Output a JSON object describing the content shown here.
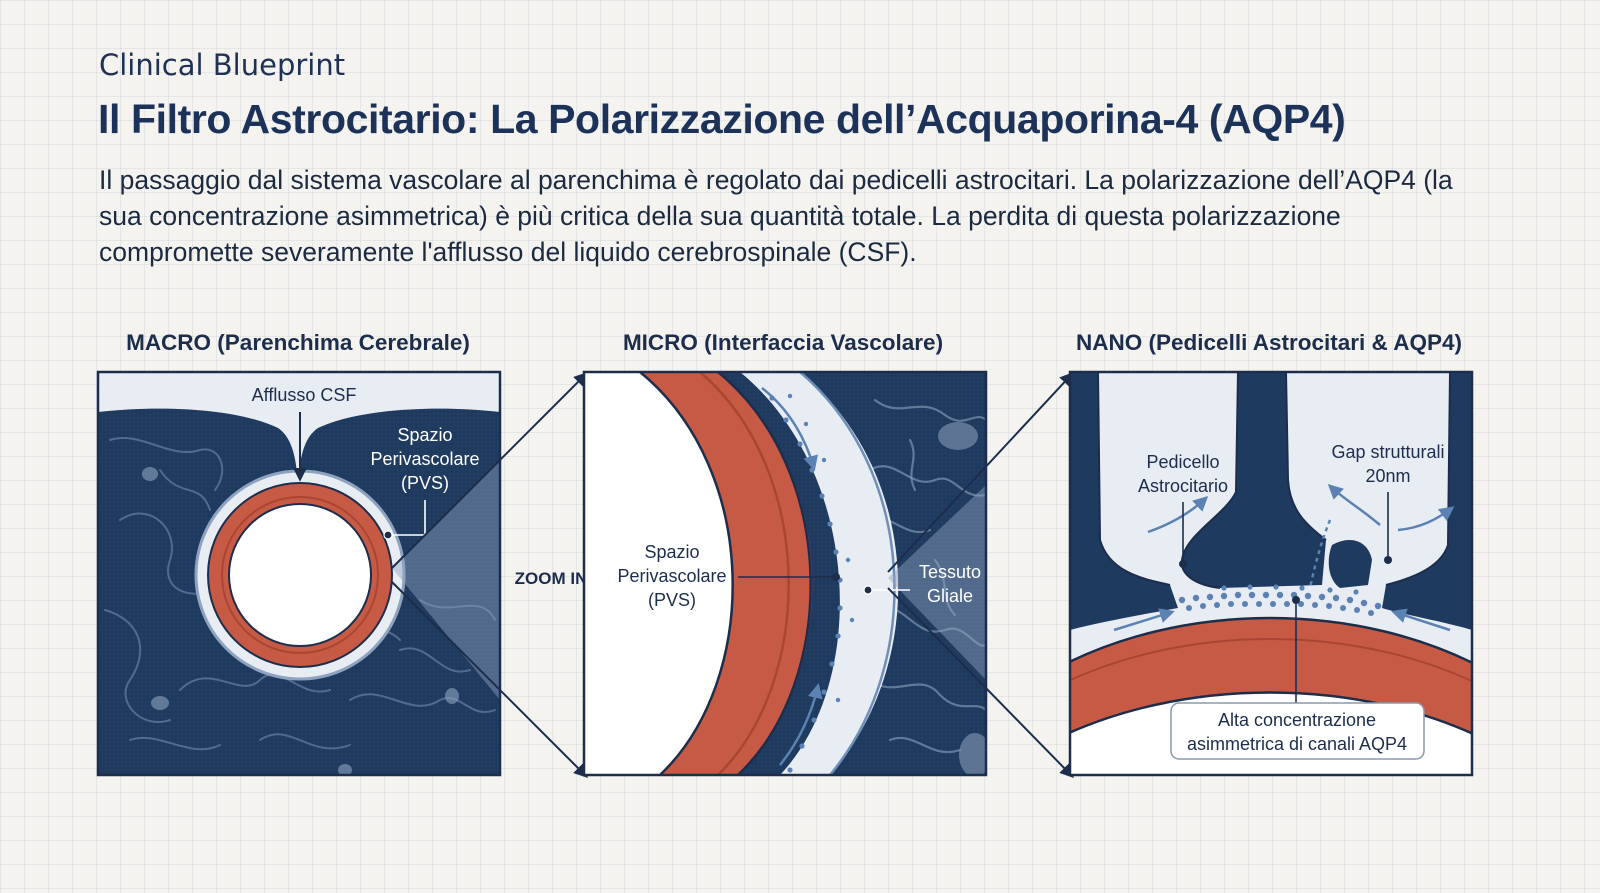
{
  "header": {
    "eyebrow": "Clinical Blueprint",
    "title": "Il Filtro Astrocitario: La Polarizzazione dell’Acquaporina-4 (AQP4)",
    "lead": "Il passaggio dal sistema vascolare al parenchima è regolato dai pedicelli astrocitari. La polarizzazione dell’AQP4 (la sua concentrazione asimmetrica) è più critica della sua quantità totale. La perdita di questa polarizzazione compromette severamente l'afflusso del liquido cerebrospinale (CSF)."
  },
  "panels": {
    "macro": {
      "title": "MACRO (Parenchima Cerebrale)",
      "csf_label": "Afflusso CSF",
      "pvs_label": [
        "Spazio",
        "Perivascolare",
        "(PVS)"
      ]
    },
    "zoom_label": "ZOOM IN",
    "micro": {
      "title": "MICRO (Interfaccia Vascolare)",
      "pvs_label": [
        "Spazio",
        "Perivascolare",
        "(PVS)"
      ],
      "glia_label": [
        "Tessuto",
        "Gliale"
      ]
    },
    "nano": {
      "title": "NANO (Pedicelli Astrocitari & AQP4)",
      "endfoot_label": [
        "Pedicello",
        "Astrocitario"
      ],
      "gap_label": [
        "Gap strutturali",
        "20nm"
      ],
      "aqp4_label": [
        "Alta concentrazione",
        "asimmetrica di canali AQP4"
      ]
    }
  },
  "colors": {
    "navy": "#1f3a5f",
    "navy_dark": "#18304f",
    "vessel": "#c65a45",
    "pvs": "#e8ecf3",
    "accent_blue": "#5b82b3",
    "background": "#f4f3ef"
  }
}
